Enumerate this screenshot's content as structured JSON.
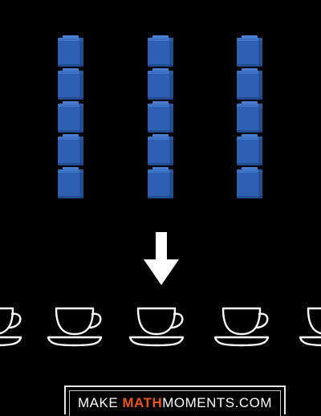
{
  "brand": {
    "make": "MAKE ",
    "math": "MATH",
    "moments": "MOMENTS.COM",
    "accent_color": "#e8561e"
  },
  "colors": {
    "background": "#000000",
    "cube_fill": "#2f5fb0",
    "cube_top": "#4a7fd0",
    "cube_shadow": "#1d3f80",
    "outline": "#ffffff"
  },
  "groups": [
    {
      "cubes": 5
    },
    {
      "cubes": 5
    },
    {
      "cubes": 5
    }
  ],
  "icons": {
    "arrow": "arrow-down-icon",
    "cup": "coffee-cup-icon"
  },
  "cups_visible": 5
}
